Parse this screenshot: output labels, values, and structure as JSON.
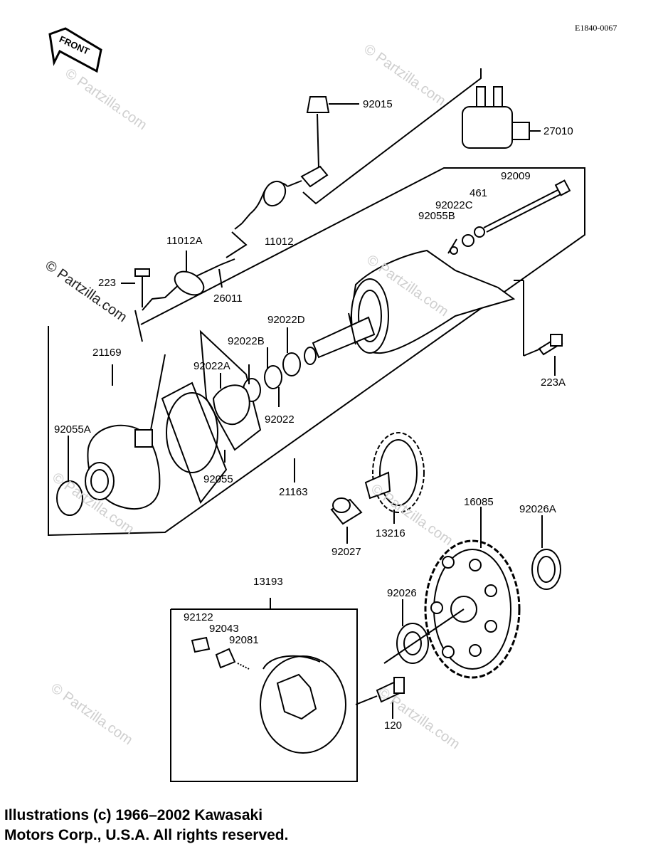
{
  "diagram_code": "E1840-0067",
  "front_label": "FRONT",
  "watermark": "© Partzilla.com",
  "parts": {
    "p92015": "92015",
    "p27010": "27010",
    "p92009": "92009",
    "p461": "461",
    "p92022C": "92022C",
    "p92055B": "92055B",
    "p11012A": "11012A",
    "p11012": "11012",
    "p223": "223",
    "p26011": "26011",
    "p92022D": "92022D",
    "p92022B": "92022B",
    "p21169": "21169",
    "p92022A": "92022A",
    "p223A": "223A",
    "p92022": "92022",
    "p92055A": "92055A",
    "p92055": "92055",
    "p21163": "21163",
    "p16085": "16085",
    "p92026A": "92026A",
    "p13216": "13216",
    "p92027": "92027",
    "p13193": "13193",
    "p92026": "92026",
    "p92122": "92122",
    "p92043": "92043",
    "p92081": "92081",
    "p120": "120"
  },
  "footer": {
    "line1": "Illustrations (c) 1966–2002 Kawasaki",
    "line2": "Motors Corp., U.S.A.  All rights reserved."
  }
}
